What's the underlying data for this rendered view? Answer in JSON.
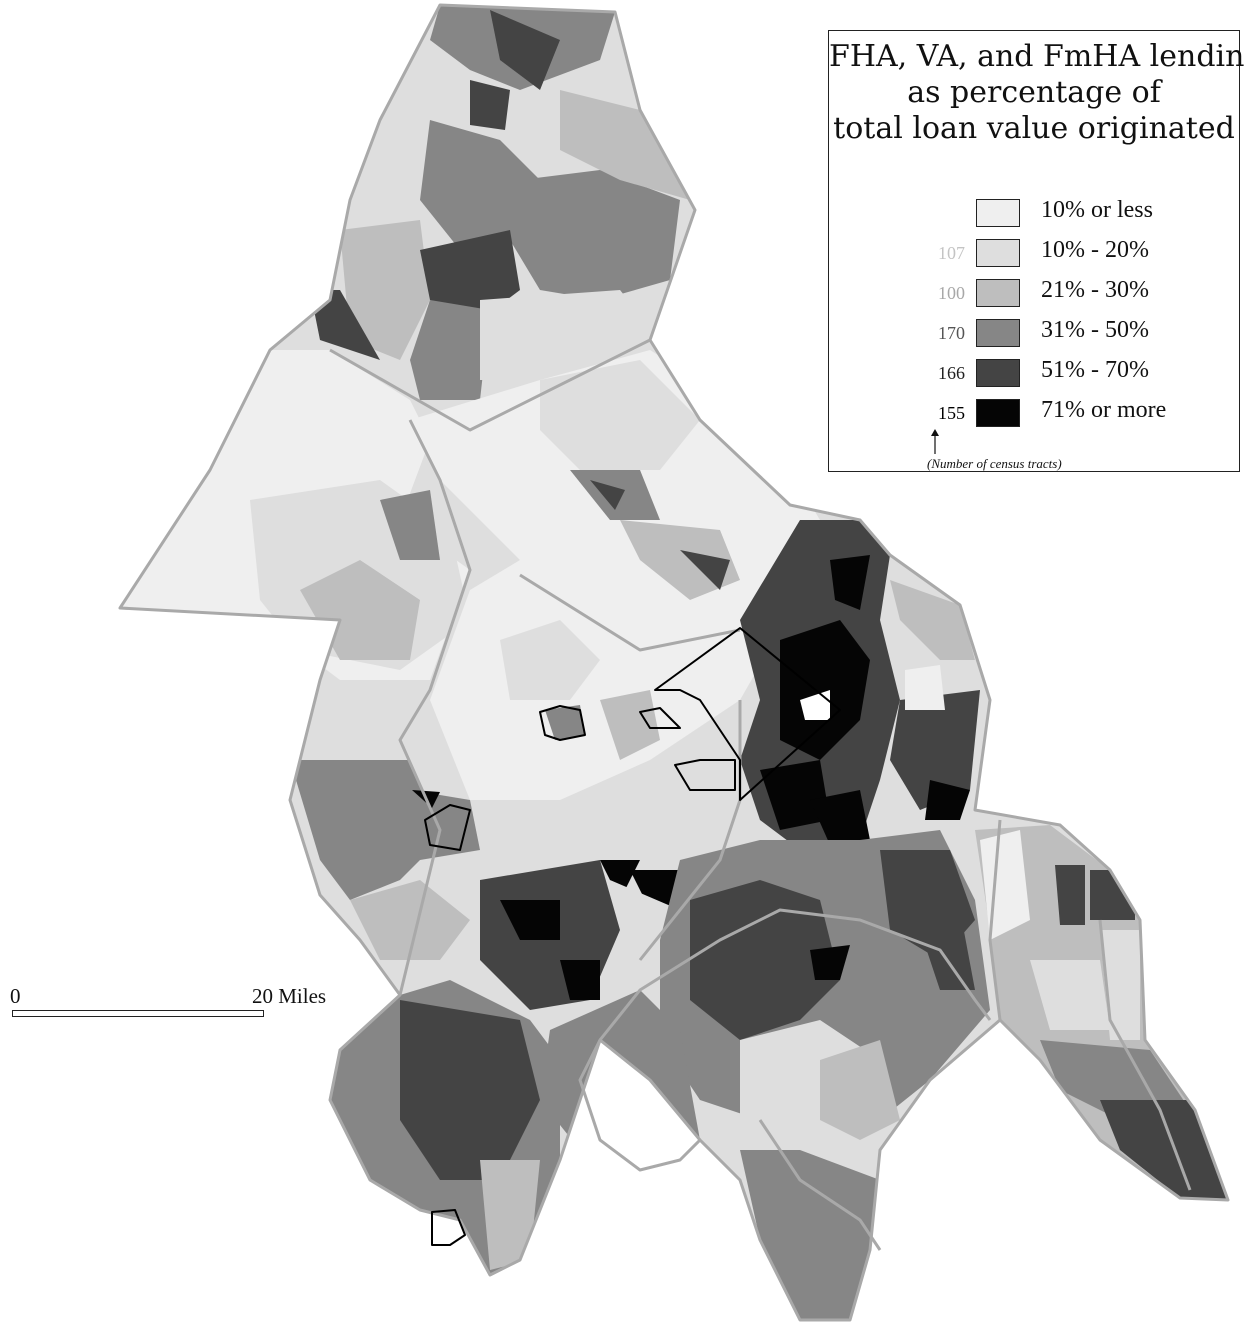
{
  "legend": {
    "title_lines": [
      "FHA, VA, and FmHA lending",
      "as percentage of",
      "total loan value originated"
    ],
    "classes": [
      {
        "label": "10% or less",
        "count": "",
        "color": "#efefef",
        "count_color": "#111111"
      },
      {
        "label": "10% - 20%",
        "count": "107",
        "color": "#dedede",
        "count_color": "#c4c4c4"
      },
      {
        "label": "21% - 30%",
        "count": "100",
        "color": "#bebebe",
        "count_color": "#a8a8a8"
      },
      {
        "label": "31% - 50%",
        "count": "170",
        "color": "#868686",
        "count_color": "#555555"
      },
      {
        "label": "51% - 70%",
        "count": "166",
        "color": "#444444",
        "count_color": "#222222"
      },
      {
        "label": "71% or more",
        "count": "155",
        "color": "#050505",
        "count_color": "#000000"
      }
    ],
    "note": "(Number of census tracts)"
  },
  "scale_bar": {
    "start_label": "0",
    "end_label": "20 Miles"
  },
  "colors": {
    "boundary": "#a9a9a9",
    "city_outline": "#000000"
  }
}
